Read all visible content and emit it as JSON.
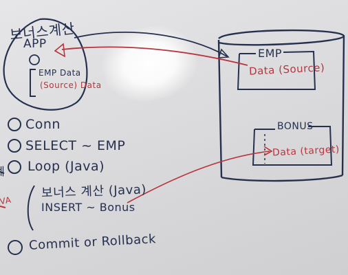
{
  "app": {
    "title_korean": "보너스계산",
    "title_app": "APP",
    "step_marker": "②",
    "emp_data_label": "EMP Data",
    "source_data_label": "(Source) Data"
  },
  "database": {
    "emp_table": {
      "name": "EMP",
      "content": "Data (Source)"
    },
    "bonus_table": {
      "name": "BONUS",
      "content": "Data (target)"
    }
  },
  "steps": [
    {
      "marker": "①",
      "text": "Conn"
    },
    {
      "marker": "②",
      "text": "SELECT ~ EMP"
    },
    {
      "marker": "③",
      "text": "Loop (Java)"
    },
    {
      "marker": "",
      "text": "보너스 계산 (Java)"
    },
    {
      "marker": "",
      "text": "INSERT ~ Bonus"
    },
    {
      "marker": "④",
      "text": "Commit or Rollback"
    }
  ],
  "left_edge_fragments": {
    "top": "계",
    "bottom": "JAVA"
  },
  "colors": {
    "marker_navy": "#25304f",
    "marker_red": "#b8343c",
    "board": "#dcdcde"
  }
}
